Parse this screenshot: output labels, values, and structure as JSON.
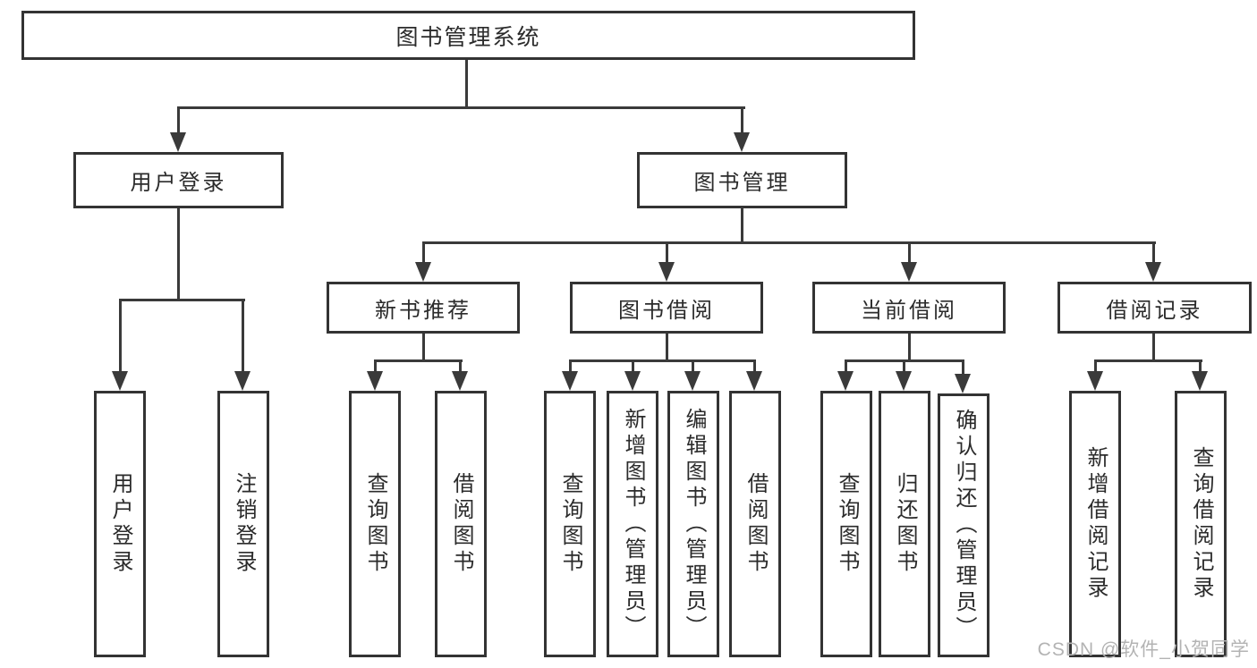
{
  "colors": {
    "line": "#3a3a3a",
    "box_border": "#333333",
    "text": "#2b2b2b",
    "watermark": "#b3b3b3",
    "background": "#ffffff"
  },
  "watermark": {
    "text": "CSDN @软件_小贺同学"
  },
  "diagram": {
    "type": "hierarchy-tree",
    "root": {
      "label": "图书管理系统",
      "children": [
        {
          "label": "用户登录",
          "children": [
            {
              "label": "用户登录"
            },
            {
              "label": "注销登录"
            }
          ]
        },
        {
          "label": "图书管理",
          "children": [
            {
              "label": "新书推荐",
              "children": [
                {
                  "label": "查询图书"
                },
                {
                  "label": "借阅图书"
                }
              ]
            },
            {
              "label": "图书借阅",
              "children": [
                {
                  "label": "查询图书"
                },
                {
                  "label": "新增图书（管理员）"
                },
                {
                  "label": "编辑图书（管理员）"
                },
                {
                  "label": "借阅图书"
                }
              ]
            },
            {
              "label": "当前借阅",
              "children": [
                {
                  "label": "查询图书"
                },
                {
                  "label": "归还图书"
                },
                {
                  "label": "确认归还（管理员）"
                }
              ]
            },
            {
              "label": "借阅记录",
              "children": [
                {
                  "label": "新增借阅记录"
                },
                {
                  "label": "查询借阅记录"
                }
              ]
            }
          ]
        }
      ]
    }
  }
}
